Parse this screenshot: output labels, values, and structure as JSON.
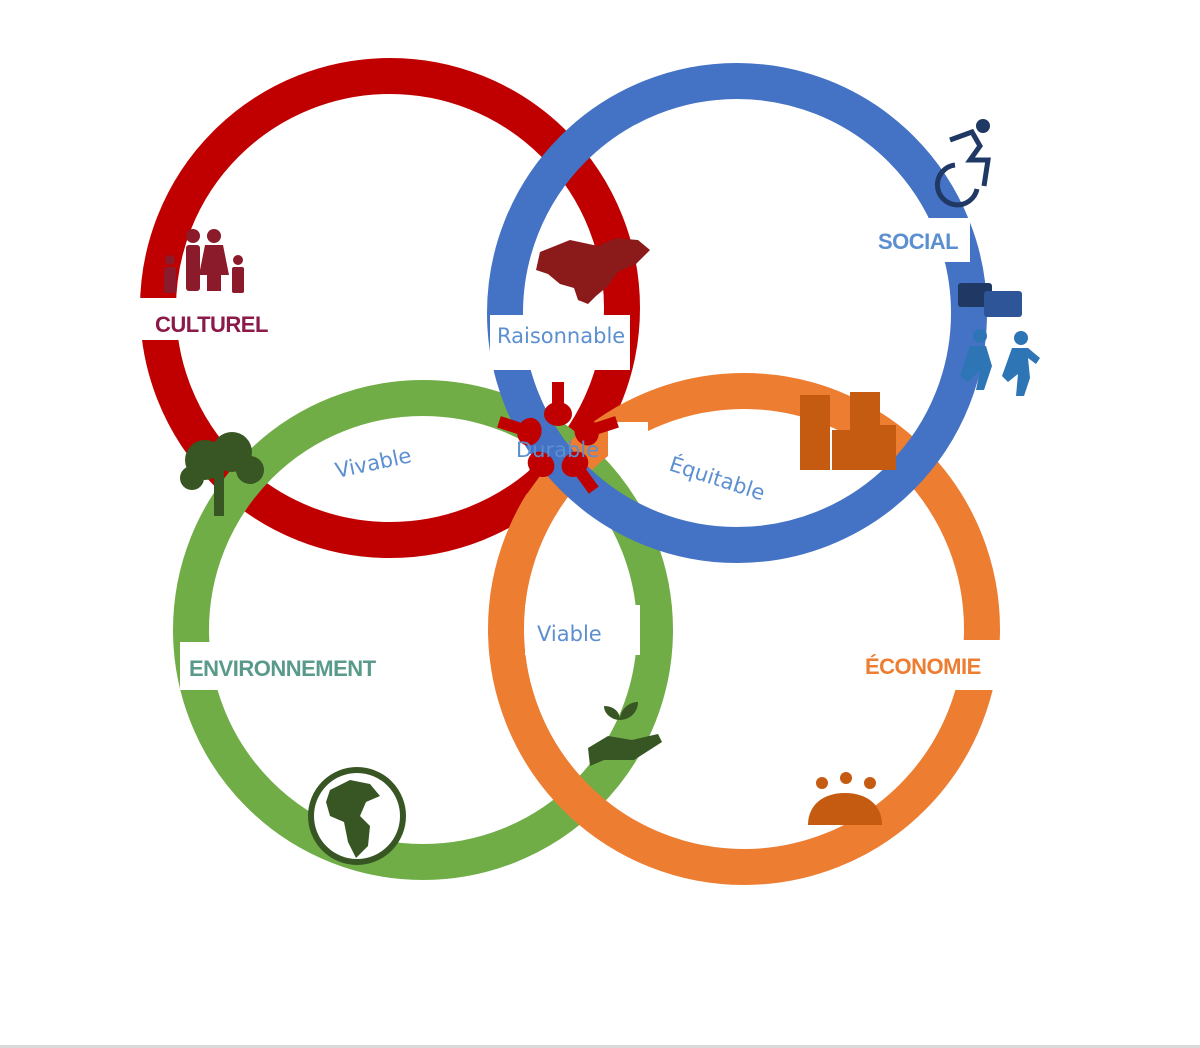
{
  "circles": {
    "culturel": {
      "label": "CULTUREL",
      "color": "#c00000",
      "label_color": "#8b1a4a"
    },
    "social": {
      "label": "SOCIAL",
      "color": "#4472c4",
      "label_color": "#5b8fd0"
    },
    "environnement": {
      "label": "ENVIRONNEMENT",
      "color": "#70ad47",
      "label_color": "#5a9a8a"
    },
    "economie": {
      "label": "ÉCONOMIE",
      "color": "#ed7d31",
      "label_color": "#ed7d31"
    }
  },
  "intersections": {
    "raisonnable": "Raisonnable",
    "vivable": "Vivable",
    "durable": "Durable",
    "equitable": "Équitable",
    "viable": "Viable"
  },
  "icons": [
    "family-icon",
    "world-map-icon",
    "wheelchair-icon",
    "conversation-icon",
    "buildings-icon",
    "tree-icon",
    "globe-icon",
    "plant-in-hand-icon",
    "meeting-icon",
    "hands-circle-icon"
  ]
}
